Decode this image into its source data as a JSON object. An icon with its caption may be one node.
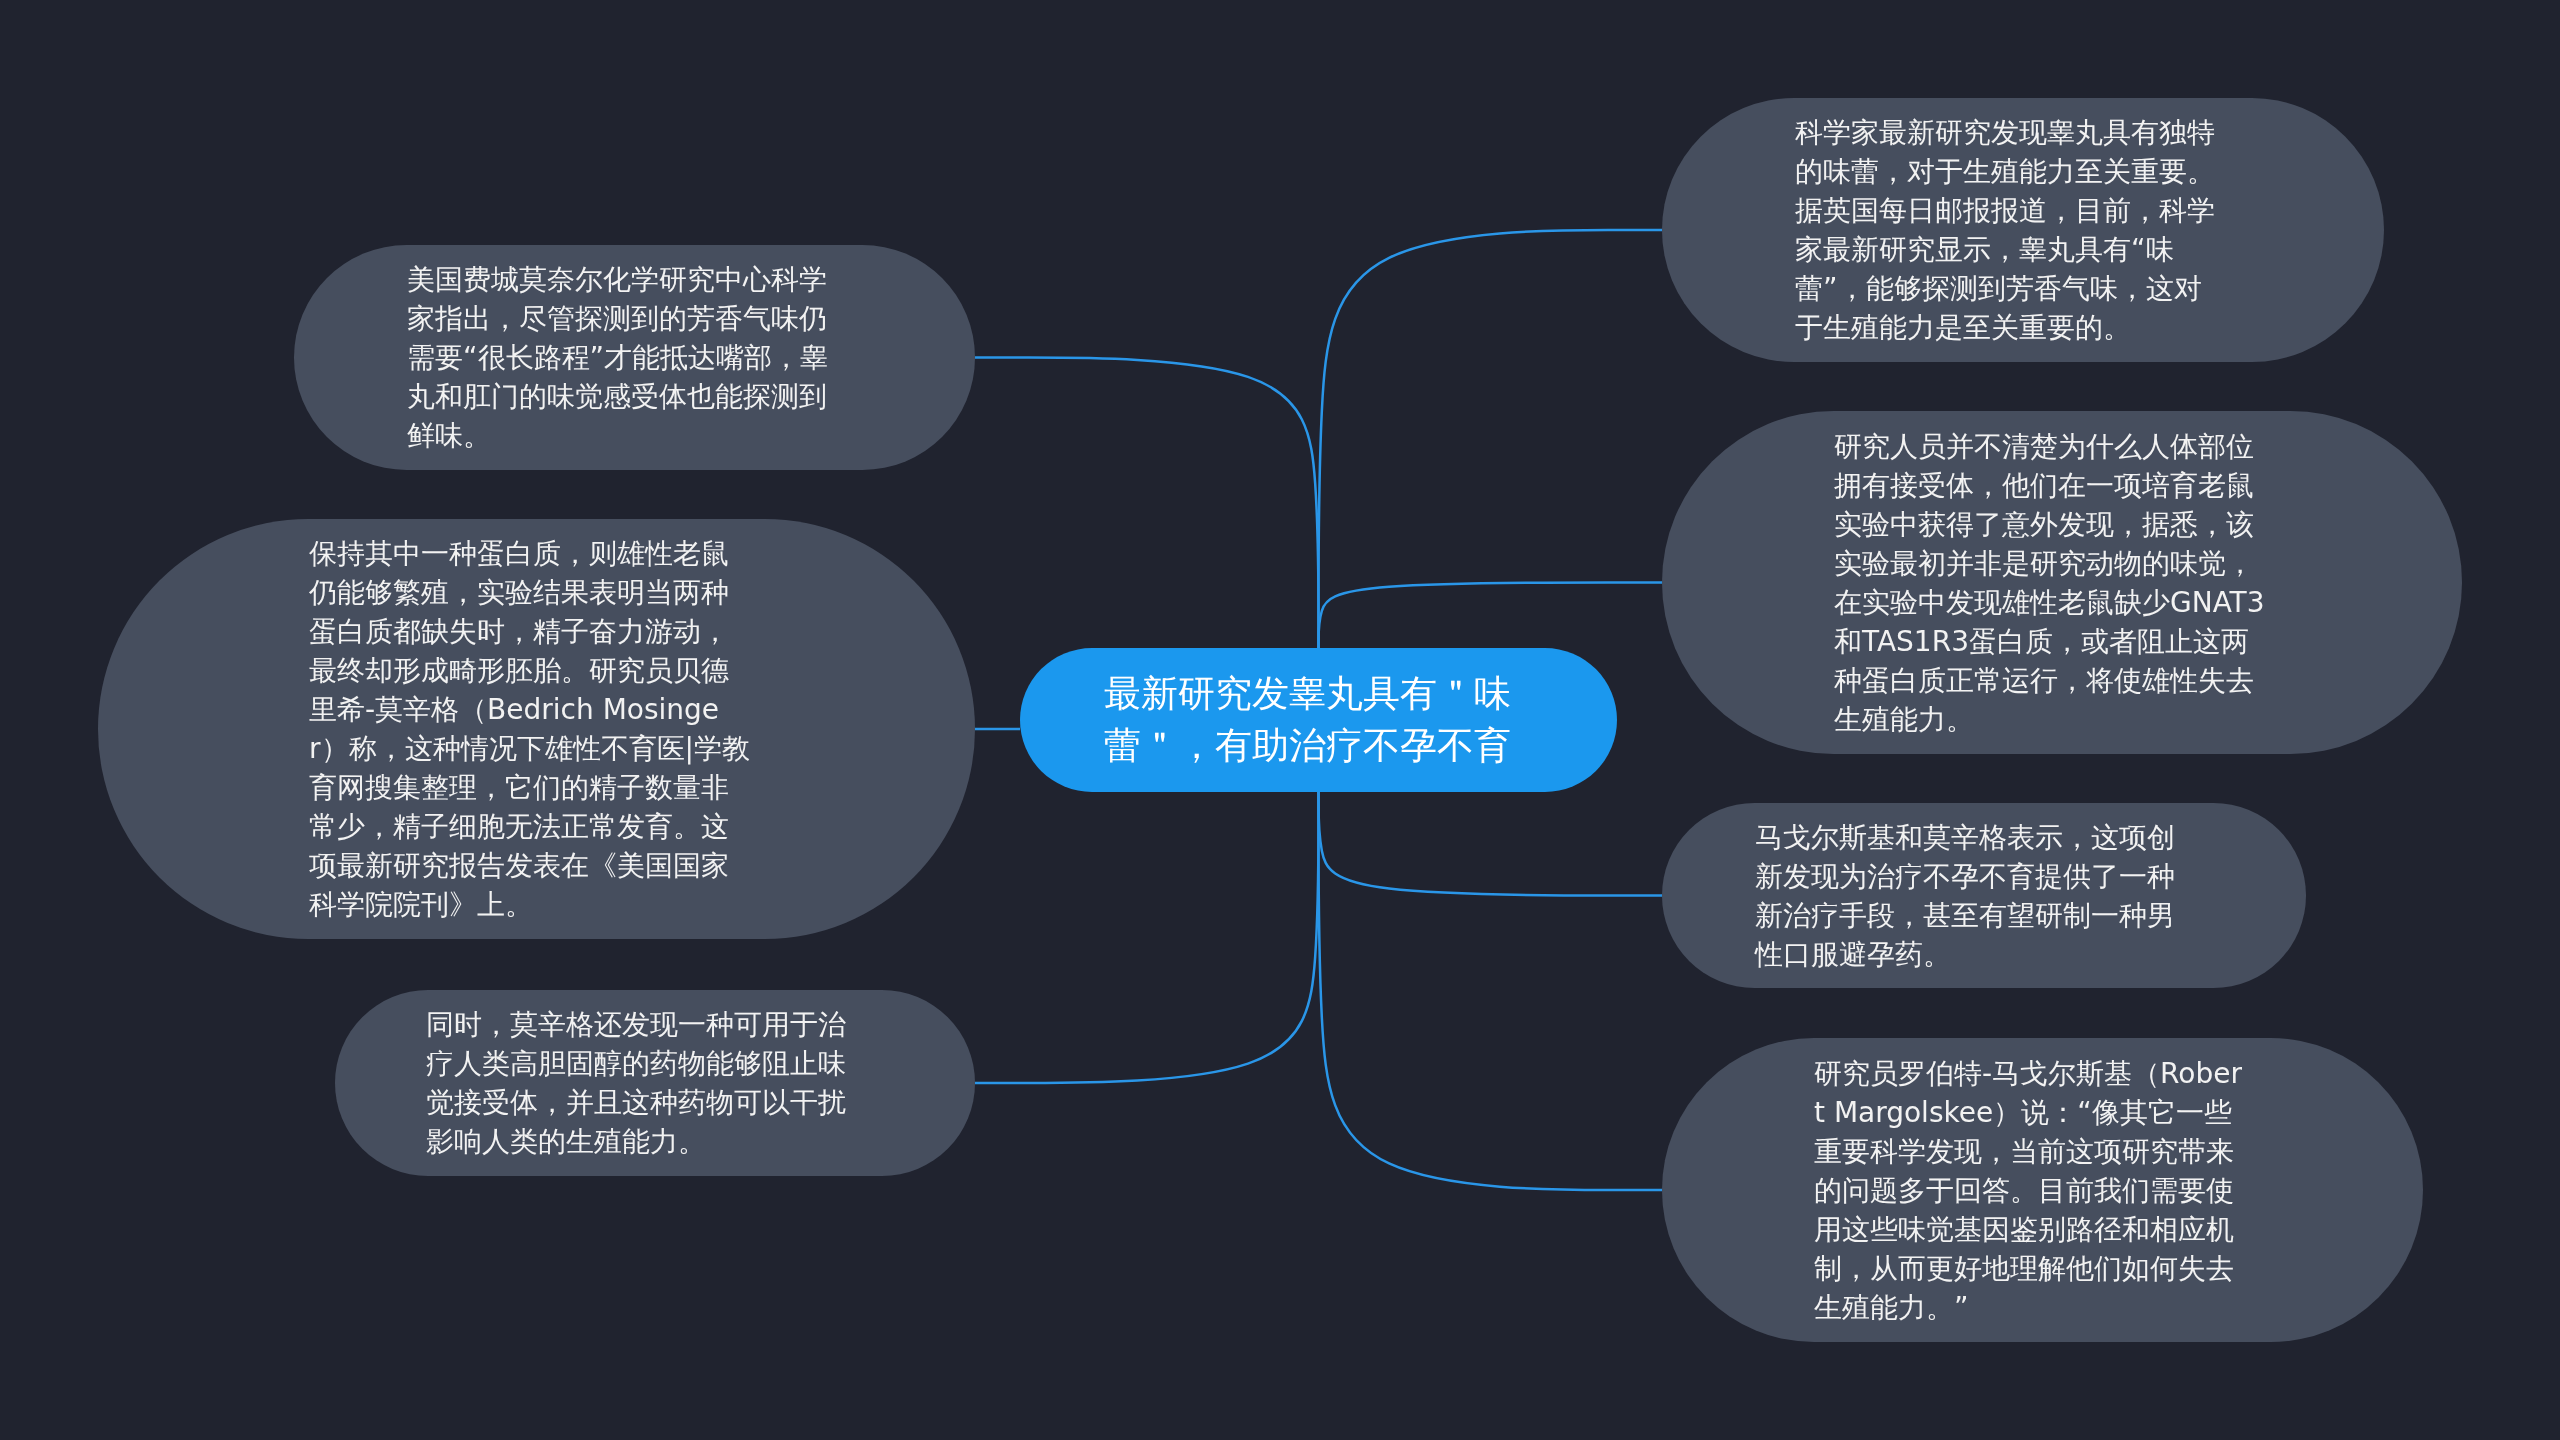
{
  "diagram": {
    "nodes": [
      {
        "text": [
          "最新研究发睾丸具有＂味蕾＂，有助治疗不孕不育"
        ]
      },
      {
        "text": [
          "美国费城莫奈尔化学研究中心科学家指出，尽管探测到的芳香气味仍需要“很长路程”才能抵达嘴部，睾丸和肛门的味觉感受体也能探测到鲜味。"
        ]
      },
      {
        "text": [
          "保持其中一种蛋白质，则雄性老鼠仍能够繁殖，实验结果表明当两种蛋白质都缺失时，精子奋力游动，最终却形成畸形胚胎。研究员贝德里希-莫辛格（Bedrich Mosinger）称，这种情况下雄性不育医|学教育网搜集整理，它们的精子数量非常少，精子细胞无法正常发育。这项最新研究报告发表在《美国国家科学院院刊》上。"
        ]
      },
      {
        "text": [
          "同时，莫辛格还发现一种可用于治疗人类高胆固醇的药物能够阻止味觉接受体，并且这种药物可以干扰影响人类的生殖能力。"
        ]
      },
      {
        "text": [
          "科学家最新研究发现睾丸具有独特的味蕾，对于生殖能力至关重要。据英国每日邮报报道，目前，科学家最新研究显示，睾丸具有“味蕾”，能够探测到芳香气味，这对于生殖能力是至关重要的。"
        ]
      },
      {
        "text": [
          "研究人员并不清楚为什么人体部位拥有接受体，他们在一项培育老鼠实验中获得了意外发现，据悉，该实验最初并非是研究动物的味觉，在实验中发现雄性老鼠缺少GNAT3和TAS1R3蛋白质，或者阻止这两种蛋白质正常运行，将使雄性失去生殖能力。"
        ]
      },
      {
        "text": [
          "马戈尔斯基和莫辛格表示，这项创新发现为治疗不孕不育提供了一种新治疗手段，甚至有望研制一种男性口服避孕药。"
        ]
      },
      {
        "text": [
          "研究员罗伯特-马戈尔斯基（Robert Margolskee）说：“像其它一些重要科学发现，当前这项研究带来的问题多于回答。目前我们需要使用这些味觉基因鉴别路径和相应机制，从而更好地理解他们如何失去生殖能力。”"
        ]
      }
    ],
    "edges": [
      {
        "from": 0,
        "to": 1,
        "arrow": "none"
      },
      {
        "from": 0,
        "to": 2,
        "arrow": "none"
      },
      {
        "from": 0,
        "to": 3,
        "arrow": "none"
      },
      {
        "from": 0,
        "to": 4,
        "arrow": "none"
      },
      {
        "from": 0,
        "to": 5,
        "arrow": "none"
      },
      {
        "from": 0,
        "to": 6,
        "arrow": "none"
      },
      {
        "from": 0,
        "to": 7,
        "arrow": "none"
      }
    ]
  }
}
